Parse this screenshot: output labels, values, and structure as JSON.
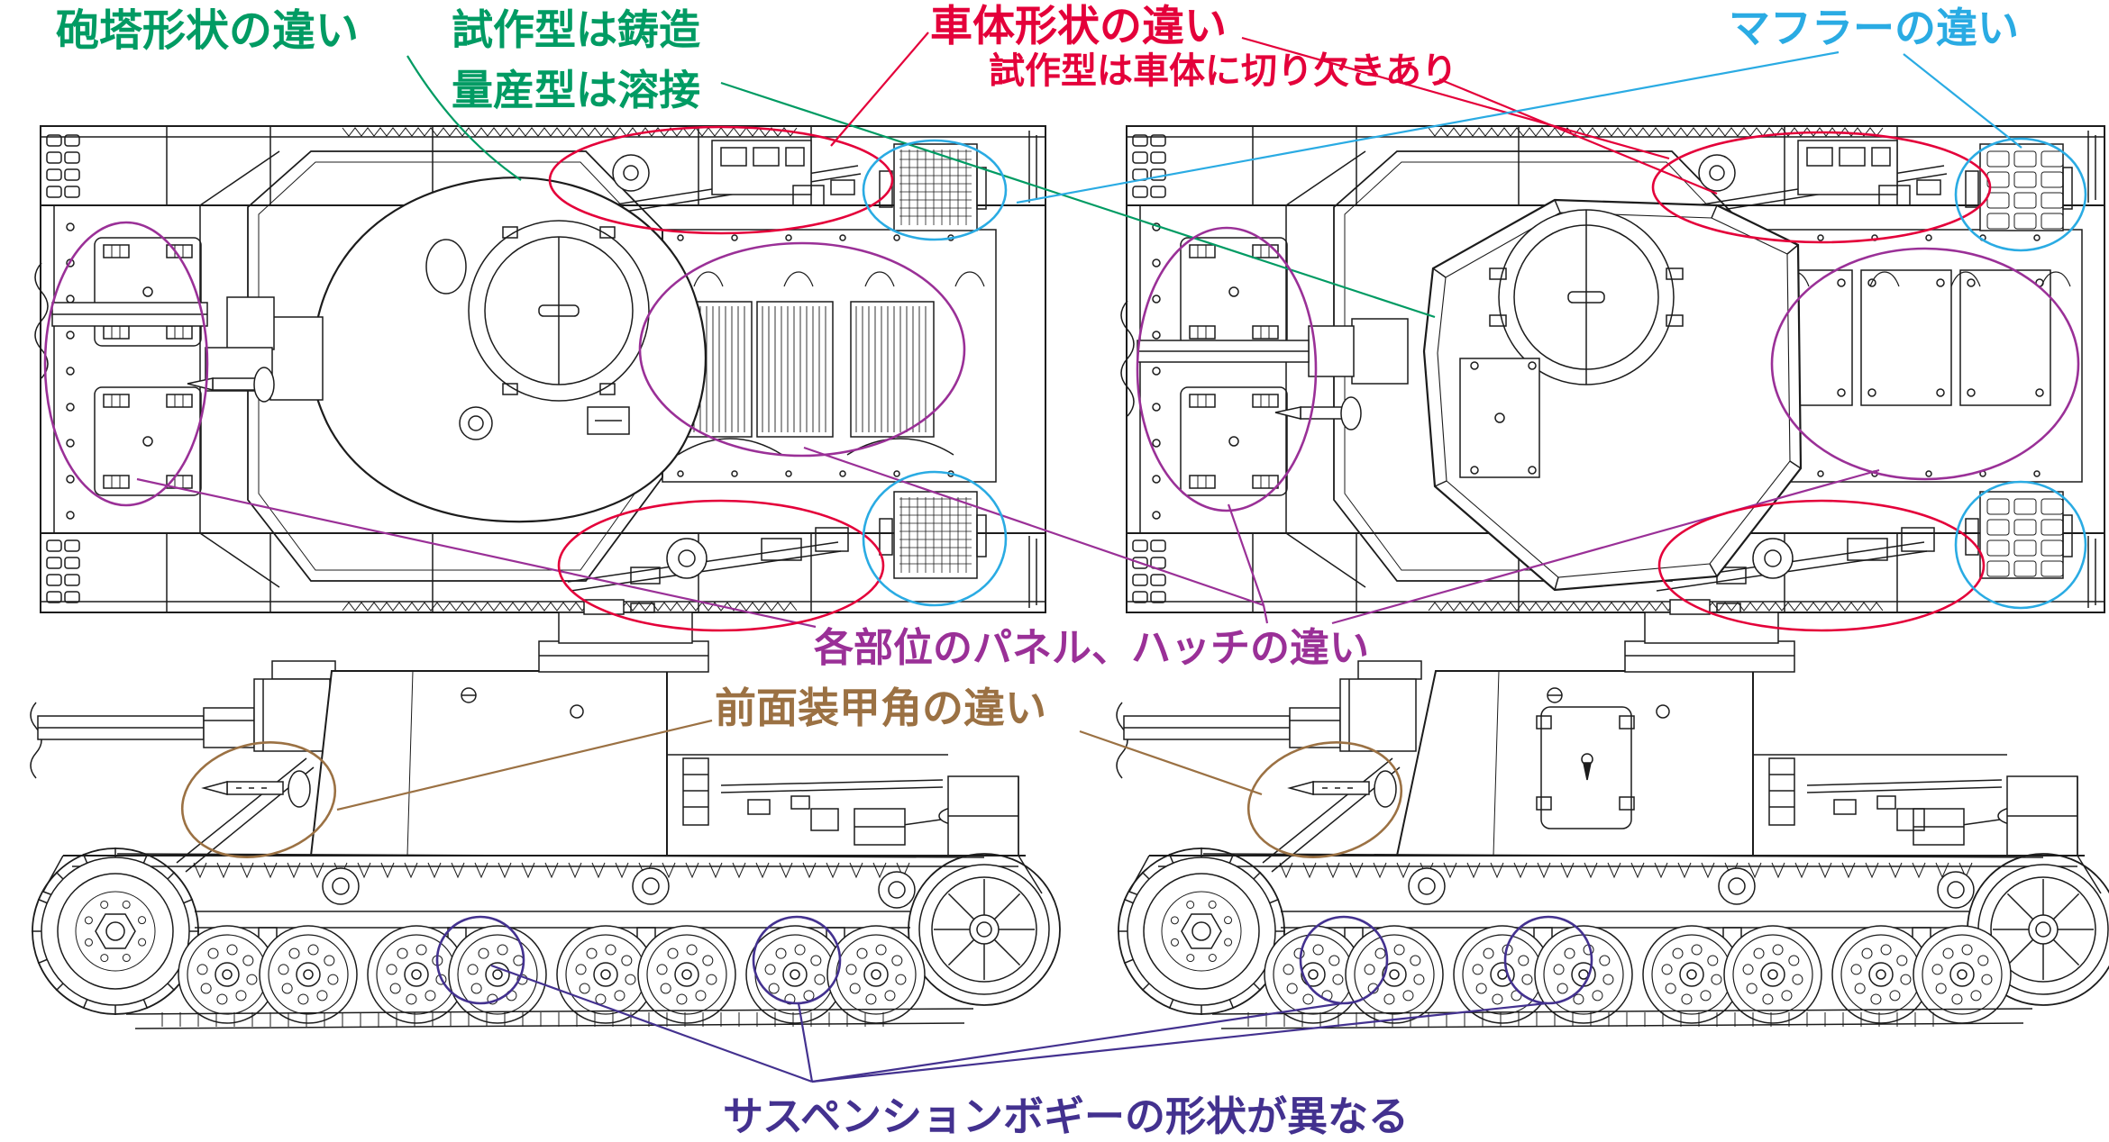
{
  "palette": {
    "ink": "#1c1c1c",
    "background": "#ffffff"
  },
  "annotations": {
    "turret": {
      "label": "砲塔形状の違い",
      "note_line1": "試作型は鋳造",
      "note_line2": "量産型は溶接",
      "color": "#009b63"
    },
    "hull": {
      "label": "車体形状の違い",
      "note": "試作型は車体に切り欠きあり",
      "color": "#e4003a"
    },
    "muffler": {
      "label": "マフラーの違い",
      "color": "#2aabe3"
    },
    "panels": {
      "label": "各部位のパネル、ハッチの違い",
      "color": "#9a3097"
    },
    "glacis": {
      "label": "前面装甲角の違い",
      "color": "#9b7143"
    },
    "suspension": {
      "label": "サスペンションボギーの形状が異なる",
      "color": "#43318f"
    }
  }
}
